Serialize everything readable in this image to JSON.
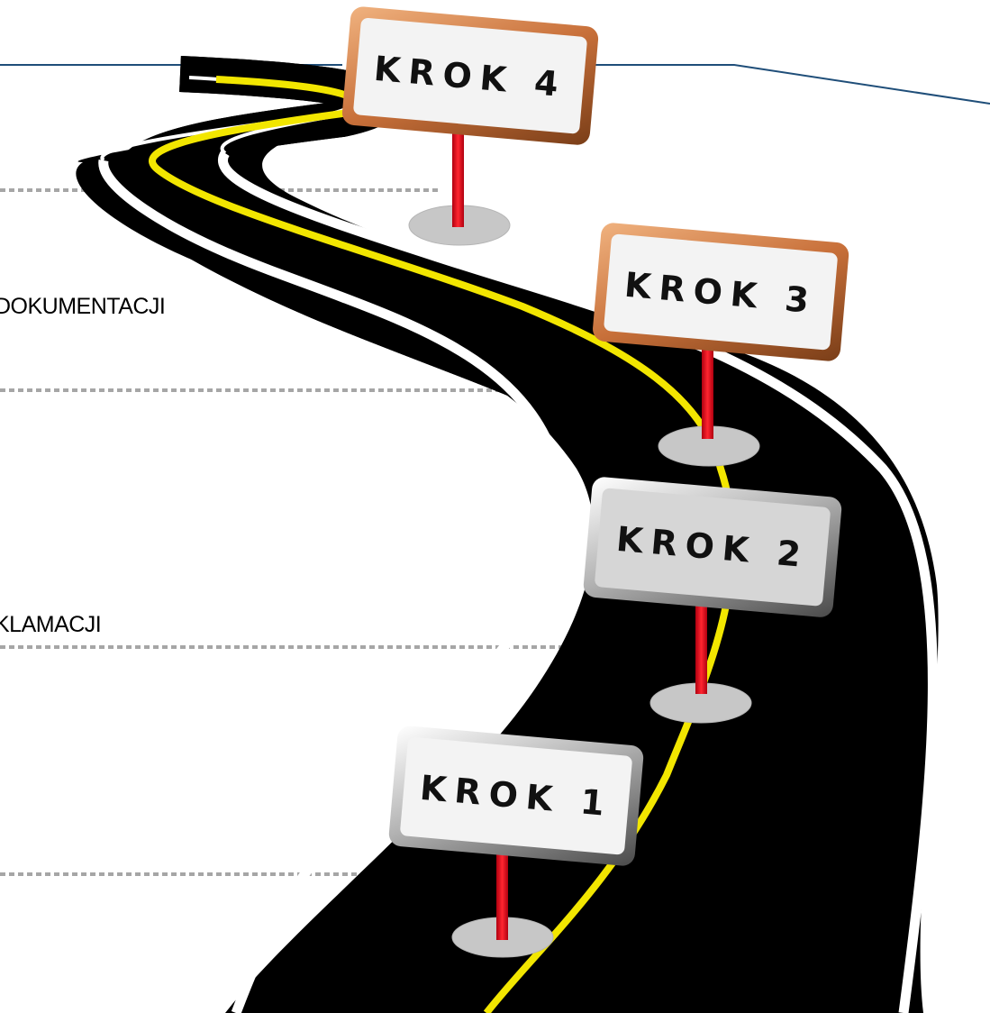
{
  "steps": [
    {
      "sign": "KROK 1",
      "text": ""
    },
    {
      "sign": "KROK 2",
      "text": "KLAMACJI"
    },
    {
      "sign": "KROK 3",
      "text": "DOKUMENTACJI"
    },
    {
      "sign": "KROK 4",
      "text": ""
    }
  ],
  "colors": {
    "road": "#000000",
    "edge_line": "#ffffff",
    "center_line": "#f2e600",
    "pole": "#e8101a",
    "base": "#c7c7c7",
    "sign_face": "#f3f3f3",
    "sign_face_shaded": "#d6d6d6",
    "sign_frame_orange": "#c8703a",
    "sign_frame_gray": "#8a8a8a",
    "header_line": "#1f4e79",
    "dotted_line": "#a6a6a6"
  }
}
